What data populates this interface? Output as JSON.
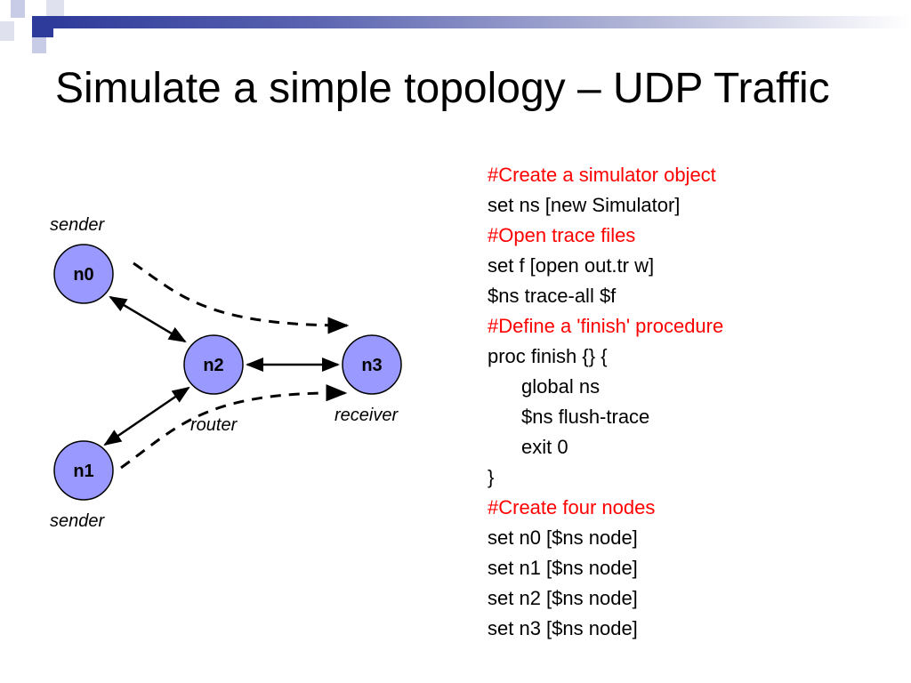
{
  "title": "Simulate a simple topology – UDP Traffic",
  "colors": {
    "node_fill": "#9999ff",
    "comment": "#ff0000",
    "accent": "#2f3b9a"
  },
  "diagram": {
    "nodes": [
      {
        "id": "n0",
        "label": "n0"
      },
      {
        "id": "n1",
        "label": "n1"
      },
      {
        "id": "n2",
        "label": "n2"
      },
      {
        "id": "n3",
        "label": "n3"
      }
    ],
    "roles": {
      "n0": "sender",
      "n1": "sender",
      "n2": "router",
      "n3": "receiver"
    },
    "links": [
      {
        "from": "n0",
        "to": "n2",
        "style": "solid-bidirectional"
      },
      {
        "from": "n1",
        "to": "n2",
        "style": "solid-bidirectional"
      },
      {
        "from": "n2",
        "to": "n3",
        "style": "solid-bidirectional"
      }
    ],
    "flows": [
      {
        "from": "n0",
        "to": "n3",
        "style": "dashed-arrow"
      },
      {
        "from": "n1",
        "to": "n3",
        "style": "dashed-arrow"
      }
    ]
  },
  "code": [
    {
      "text": "#Create a simulator object",
      "type": "comment"
    },
    {
      "text": "set ns [new Simulator]",
      "type": "code"
    },
    {
      "text": "#Open trace files",
      "type": "comment"
    },
    {
      "text": "set f [open out.tr w]",
      "type": "code"
    },
    {
      "text": "$ns trace-all $f",
      "type": "code"
    },
    {
      "text": "#Define a 'finish' procedure",
      "type": "comment"
    },
    {
      "text": "proc finish {} {",
      "type": "code"
    },
    {
      "text": "global ns",
      "type": "indent"
    },
    {
      "text": "$ns flush-trace",
      "type": "indent"
    },
    {
      "text": "exit 0",
      "type": "indent"
    },
    {
      "text": "}",
      "type": "code"
    },
    {
      "text": "#Create four nodes",
      "type": "comment"
    },
    {
      "text": "set n0 [$ns node]",
      "type": "code"
    },
    {
      "text": "set n1 [$ns node]",
      "type": "code"
    },
    {
      "text": "set n2 [$ns node]",
      "type": "code"
    },
    {
      "text": "set n3 [$ns node]",
      "type": "code"
    }
  ]
}
